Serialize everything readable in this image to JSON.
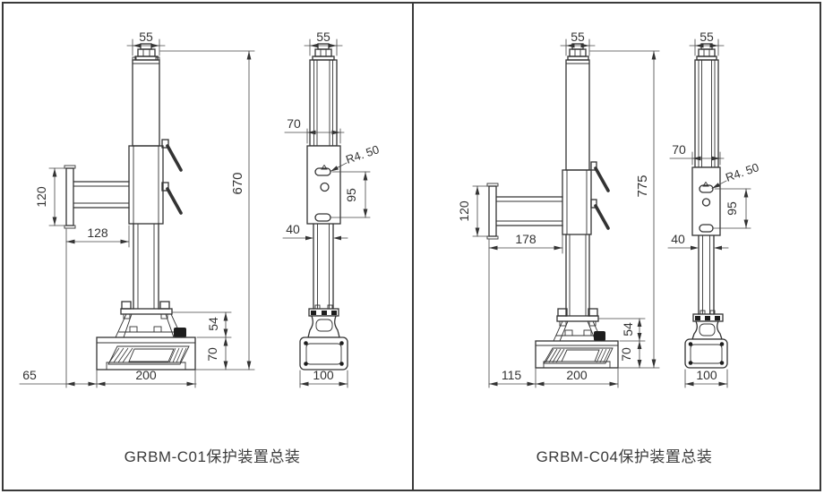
{
  "colors": {
    "line": "#333333",
    "label_text": "#3a3a3a"
  },
  "c01": {
    "label": "GRBM-C01保护装置总装",
    "front": {
      "top_width": "55",
      "total_height": "670",
      "plate_height": "120",
      "arm_length": "128",
      "base_offset": "65",
      "base_width": "200",
      "base_height": "70",
      "mount_height": "54"
    },
    "side": {
      "top_width": "55",
      "plate_width": "70",
      "slot_radius": "R4. 50",
      "hole_spacing": "95",
      "tube_width": "40",
      "base_width": "100"
    }
  },
  "c04": {
    "label": "GRBM-C04保护装置总装",
    "front": {
      "top_width": "55",
      "total_height": "775",
      "plate_height": "120",
      "arm_length": "178",
      "base_offset": "115",
      "base_width": "200",
      "base_height": "70",
      "mount_height": "54"
    },
    "side": {
      "top_width": "55",
      "plate_width": "70",
      "slot_radius": "R4. 50",
      "hole_spacing": "95",
      "tube_width": "40",
      "base_width": "100"
    }
  }
}
